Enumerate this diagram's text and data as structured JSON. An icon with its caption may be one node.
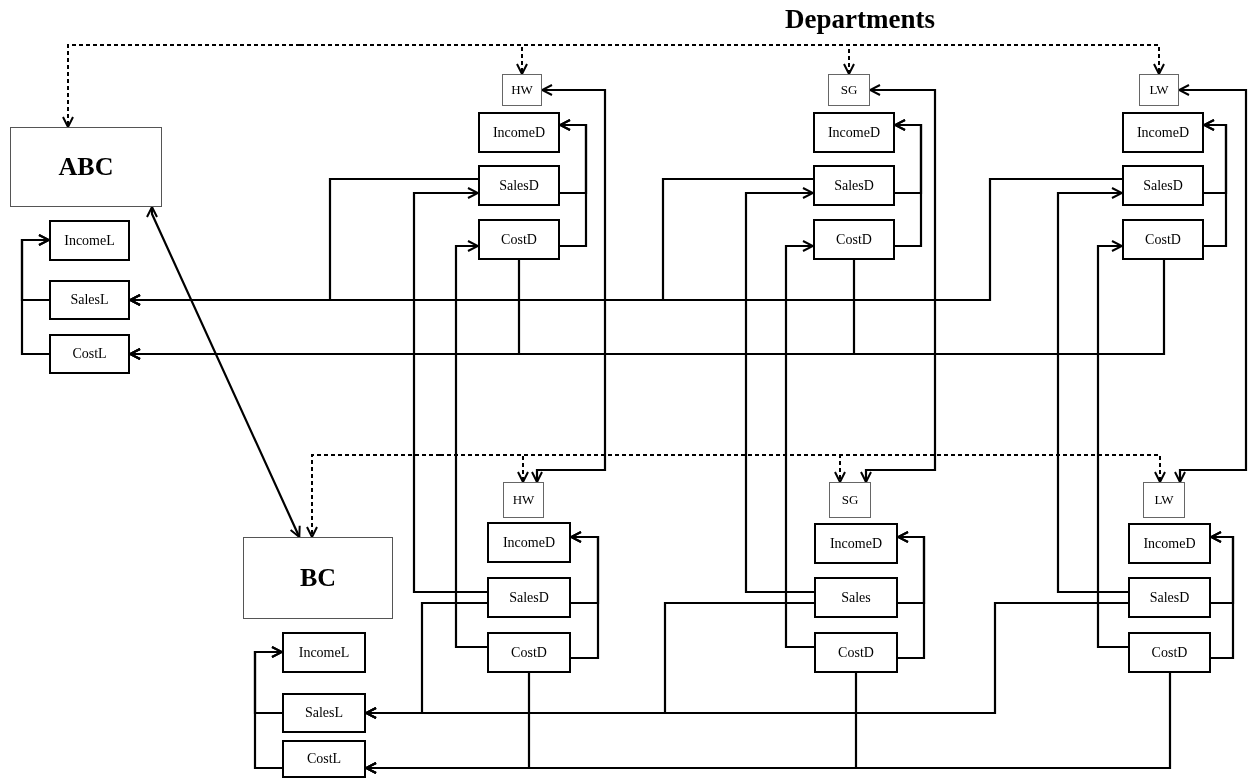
{
  "diagram": {
    "title": "Departments",
    "nodes": [
      {
        "text": [
          "ABC"
        ]
      },
      {
        "text": [
          "IncomeL"
        ]
      },
      {
        "text": [
          "SalesL"
        ]
      },
      {
        "text": [
          "CostL"
        ]
      },
      {
        "text": [
          "HW"
        ]
      },
      {
        "text": [
          "IncomeD"
        ]
      },
      {
        "text": [
          "SalesD"
        ]
      },
      {
        "text": [
          "CostD"
        ]
      },
      {
        "text": [
          "SG"
        ]
      },
      {
        "text": [
          "IncomeD"
        ]
      },
      {
        "text": [
          "SalesD"
        ]
      },
      {
        "text": [
          "CostD"
        ]
      },
      {
        "text": [
          "LW"
        ]
      },
      {
        "text": [
          "IncomeD"
        ]
      },
      {
        "text": [
          "SalesD"
        ]
      },
      {
        "text": [
          "CostD"
        ]
      },
      {
        "text": [
          "BC"
        ]
      },
      {
        "text": [
          "IncomeL"
        ]
      },
      {
        "text": [
          "SalesL"
        ]
      },
      {
        "text": [
          "CostL"
        ]
      },
      {
        "text": [
          "HW"
        ]
      },
      {
        "text": [
          "IncomeD"
        ]
      },
      {
        "text": [
          "SalesD"
        ]
      },
      {
        "text": [
          "CostD"
        ]
      },
      {
        "text": [
          "SG"
        ]
      },
      {
        "text": [
          "IncomeD"
        ]
      },
      {
        "text": [
          "Sales"
        ]
      },
      {
        "text": [
          "CostD"
        ]
      },
      {
        "text": [
          "LW"
        ]
      },
      {
        "text": [
          "IncomeD"
        ]
      },
      {
        "text": [
          "SalesD"
        ]
      },
      {
        "text": [
          "CostD"
        ]
      }
    ],
    "edges": [
      {
        "from": null,
        "to": 0,
        "arrow": "to",
        "style": "dashed"
      },
      {
        "from": null,
        "to": 4,
        "arrow": "to",
        "style": "dashed"
      },
      {
        "from": null,
        "to": 8,
        "arrow": "to",
        "style": "dashed"
      },
      {
        "from": null,
        "to": 12,
        "arrow": "to",
        "style": "dashed"
      },
      {
        "from": 0,
        "to": 16,
        "arrow": "both"
      },
      {
        "from": 6,
        "to": 5,
        "arrow": "to"
      },
      {
        "from": 7,
        "to": 5,
        "arrow": "to"
      },
      {
        "from": 10,
        "to": 9,
        "arrow": "to"
      },
      {
        "from": 11,
        "to": 9,
        "arrow": "to"
      },
      {
        "from": 14,
        "to": 13,
        "arrow": "to"
      },
      {
        "from": 15,
        "to": 13,
        "arrow": "to"
      },
      {
        "from": 6,
        "to": 2,
        "arrow": "to"
      },
      {
        "from": 10,
        "to": 2,
        "arrow": "to"
      },
      {
        "from": 14,
        "to": 2,
        "arrow": "to"
      },
      {
        "from": 7,
        "to": 3,
        "arrow": "to"
      },
      {
        "from": 11,
        "to": 3,
        "arrow": "to"
      },
      {
        "from": 15,
        "to": 3,
        "arrow": "to"
      },
      {
        "from": 2,
        "to": 1,
        "arrow": "to"
      },
      {
        "from": 3,
        "to": 1,
        "arrow": "to"
      },
      {
        "from": 4,
        "to": 20,
        "arrow": "both"
      },
      {
        "from": 8,
        "to": 24,
        "arrow": "both"
      },
      {
        "from": 12,
        "to": 28,
        "arrow": "both"
      },
      {
        "from": 22,
        "to": 6,
        "arrow": "to"
      },
      {
        "from": 23,
        "to": 7,
        "arrow": "to"
      },
      {
        "from": 26,
        "to": 10,
        "arrow": "to"
      },
      {
        "from": 27,
        "to": 11,
        "arrow": "to"
      },
      {
        "from": 30,
        "to": 14,
        "arrow": "to"
      },
      {
        "from": 31,
        "to": 15,
        "arrow": "to"
      },
      {
        "from": null,
        "to": 16,
        "arrow": "to",
        "style": "dashed"
      },
      {
        "from": null,
        "to": 20,
        "arrow": "to",
        "style": "dashed"
      },
      {
        "from": null,
        "to": 24,
        "arrow": "to",
        "style": "dashed"
      },
      {
        "from": null,
        "to": 28,
        "arrow": "to",
        "style": "dashed"
      },
      {
        "from": 22,
        "to": 21,
        "arrow": "to"
      },
      {
        "from": 23,
        "to": 21,
        "arrow": "to"
      },
      {
        "from": 26,
        "to": 25,
        "arrow": "to"
      },
      {
        "from": 27,
        "to": 25,
        "arrow": "to"
      },
      {
        "from": 30,
        "to": 29,
        "arrow": "to"
      },
      {
        "from": 31,
        "to": 29,
        "arrow": "to"
      },
      {
        "from": 22,
        "to": 18,
        "arrow": "to"
      },
      {
        "from": 26,
        "to": 18,
        "arrow": "to"
      },
      {
        "from": 30,
        "to": 18,
        "arrow": "to"
      },
      {
        "from": 23,
        "to": 19,
        "arrow": "to"
      },
      {
        "from": 27,
        "to": 19,
        "arrow": "to"
      },
      {
        "from": 31,
        "to": 19,
        "arrow": "to"
      },
      {
        "from": 18,
        "to": 17,
        "arrow": "to"
      },
      {
        "from": 19,
        "to": 17,
        "arrow": "to"
      }
    ]
  }
}
